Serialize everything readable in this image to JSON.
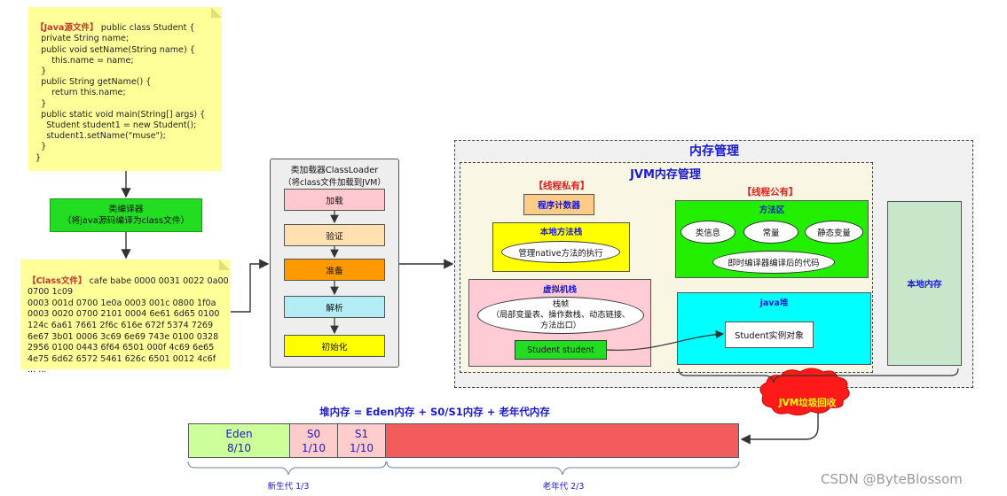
{
  "java_source": {
    "header": "【Java源文件】",
    "lines": [
      " public class Student {",
      "  private String name;",
      "  public void setName(String name) {",
      "      this.name = name;",
      "  }",
      "  public String getName() {",
      "      return this.name;",
      "  }",
      "  public static void main(String[] args) {",
      "    Student student1 = new Student();",
      "    student1.setName(\"muse\");",
      "  }",
      "}"
    ]
  },
  "compiler": {
    "title": "类编译器",
    "subtitle": "（将java源码编译为class文件）"
  },
  "class_file": {
    "header": "【Class文件】",
    "lines": [
      " cafe babe 0000 0031 0022 0a00",
      "0700 1c09",
      "0003 001d 0700 1e0a 0003 001c 0800 1f0a",
      "0003 0020 0700 2101 0004 6e61 6d65 0100",
      "124c 6a61 7661 2f6c 616e 672f 5374 7269",
      "6e67 3b01 0006 3c69 6e69 743e 0100 0328",
      "2956 0100 0443 6f64 6501 000f 4c69 6e65",
      "4e75 6d62 6572 5461 626c 6501 0012 4c6f",
      "... ..."
    ]
  },
  "classloader": {
    "title": "类加载器ClassLoader",
    "subtitle": "（将class文件加载到JVM）",
    "steps": [
      "加载",
      "验证",
      "准备",
      "解析",
      "初始化"
    ],
    "step_colors": [
      "#ffc9cf",
      "#ffe0b0",
      "#ff9900",
      "#b3ecf5",
      "#ffff00"
    ]
  },
  "memory": {
    "title": "内存管理",
    "jvm_title": "JVM内存管理",
    "private_label": "【线程私有】",
    "public_label": "【线程公有】",
    "program_counter": "程序计数器",
    "native_stack": {
      "title": "本地方法栈",
      "item": "管理native方法的执行"
    },
    "vm_stack": {
      "title": "虚拟机栈",
      "frame_lines": [
        "栈帧",
        "（局部变量表、操作数栈、动态链接、",
        "方法出口）"
      ],
      "ref": "Student student"
    },
    "method_area": {
      "title": "方法区",
      "items": [
        "类信息",
        "常量",
        "静态变量"
      ],
      "jit": "即时编译器编译后的代码"
    },
    "heap": {
      "title": "java堆",
      "object": "Student实例对象"
    },
    "native_memory": "本地内存",
    "gc": "JVM垃圾回收"
  },
  "heap_layout": {
    "formula": "堆内存 = Eden内存 + S0/S1内存 + 老年代内存",
    "segments": [
      {
        "name": "Eden",
        "ratio": "8/10"
      },
      {
        "name": "S0",
        "ratio": "1/10"
      },
      {
        "name": "S1",
        "ratio": "1/10"
      }
    ],
    "young_label": "新生代 1/3",
    "old_label": "老年代 2/3"
  },
  "watermark": "CSDN @ByteBlossom"
}
